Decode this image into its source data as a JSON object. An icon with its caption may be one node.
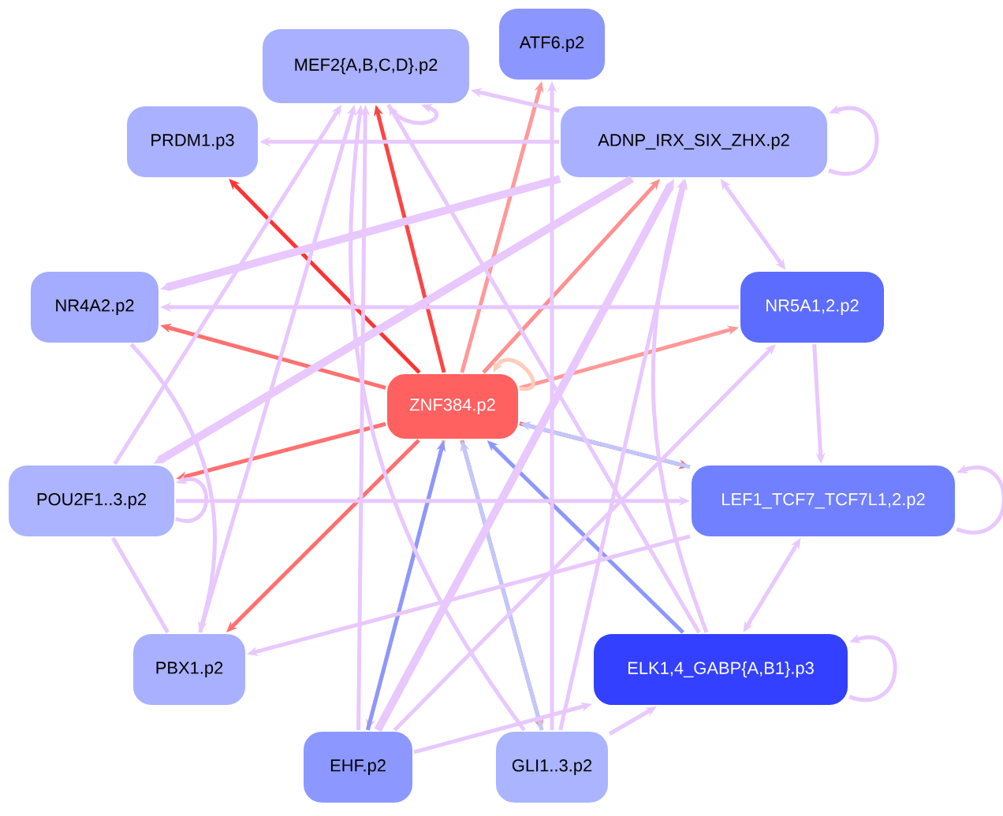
{
  "diagram": {
    "nodes": [
      {
        "text": [
          "MEF2{A,B,C,D}.p2"
        ]
      },
      {
        "text": [
          "ATF6.p2"
        ]
      },
      {
        "text": [
          "PRDM1.p3"
        ]
      },
      {
        "text": [
          "ADNP_IRX_SIX_ZHX.p2"
        ]
      },
      {
        "text": [
          "NR4A2.p2"
        ]
      },
      {
        "text": [
          "NR5A1,2.p2"
        ]
      },
      {
        "text": [
          "ZNF384.p2"
        ]
      },
      {
        "text": [
          "POU2F1..3.p2"
        ]
      },
      {
        "text": [
          "LEF1_TCF7_TCF7L1,2.p2"
        ]
      },
      {
        "text": [
          "PBX1.p2"
        ]
      },
      {
        "text": [
          "ELK1,4_GABP{A,B1}.p3"
        ]
      },
      {
        "text": [
          "EHF.p2"
        ]
      },
      {
        "text": [
          "GLI1..3.p2"
        ]
      }
    ],
    "edges": [
      {
        "from": 6,
        "to": 2,
        "arrow": "to",
        "color": "#ff3333"
      },
      {
        "from": 6,
        "to": 0,
        "arrow": "to",
        "color": "#ff4444"
      },
      {
        "from": 6,
        "to": 1,
        "arrow": "to",
        "color": "#ff9999"
      },
      {
        "from": 6,
        "to": 3,
        "arrow": "to",
        "color": "#ff9090"
      },
      {
        "from": 6,
        "to": 5,
        "arrow": "to",
        "color": "#ff9999"
      },
      {
        "from": 6,
        "to": 8,
        "arrow": "to",
        "color": "#ff6060"
      },
      {
        "from": 6,
        "to": 4,
        "arrow": "to",
        "color": "#ff7070"
      },
      {
        "from": 6,
        "to": 7,
        "arrow": "to",
        "color": "#ff7070"
      },
      {
        "from": 6,
        "to": 9,
        "arrow": "to",
        "color": "#ff7070"
      },
      {
        "from": 6,
        "to": 11,
        "arrow": "to",
        "color": "#ffbbbb"
      },
      {
        "from": 6,
        "to": 12,
        "arrow": "to",
        "color": "#ff8888"
      },
      {
        "from": 6,
        "to": 6,
        "arrow": "to",
        "color": "#ffccbb"
      },
      {
        "from": 11,
        "to": 6,
        "arrow": "to",
        "color": "#8c98ff"
      },
      {
        "from": 12,
        "to": 6,
        "arrow": "to",
        "color": "#c0c8ff"
      },
      {
        "from": 10,
        "to": 6,
        "arrow": "to",
        "color": "#8c98ff"
      },
      {
        "from": 8,
        "to": 6,
        "arrow": "to",
        "color": "#c0c8ff"
      },
      {
        "from": 0,
        "to": 0,
        "arrow": "to"
      },
      {
        "from": 3,
        "to": 3,
        "arrow": "to"
      },
      {
        "from": 8,
        "to": 8,
        "arrow": "to"
      },
      {
        "from": 10,
        "to": 10,
        "arrow": "to"
      },
      {
        "from": 7,
        "to": 7,
        "arrow": "to"
      },
      {
        "from": 3,
        "to": 0,
        "arrow": "to"
      },
      {
        "from": 3,
        "to": 2,
        "arrow": "to"
      },
      {
        "from": 3,
        "to": 4,
        "arrow": "to",
        "style": "thick"
      },
      {
        "from": 5,
        "to": 4,
        "arrow": "to"
      },
      {
        "from": 7,
        "to": 0,
        "arrow": "to"
      },
      {
        "from": 9,
        "to": 0,
        "arrow": "to"
      },
      {
        "from": 11,
        "to": 0,
        "arrow": "to"
      },
      {
        "from": 12,
        "to": 0,
        "arrow": "to"
      },
      {
        "from": 10,
        "to": 0,
        "arrow": "to"
      },
      {
        "from": 12,
        "to": 1,
        "arrow": "to"
      },
      {
        "from": 5,
        "to": 3,
        "arrow": "both"
      },
      {
        "from": 11,
        "to": 3,
        "arrow": "to",
        "style": "thick"
      },
      {
        "from": 12,
        "to": 3,
        "arrow": "to"
      },
      {
        "from": 10,
        "to": 3,
        "arrow": "to"
      },
      {
        "from": 11,
        "to": 5,
        "arrow": "to"
      },
      {
        "from": 5,
        "to": 8,
        "arrow": "to"
      },
      {
        "from": 7,
        "to": 8,
        "arrow": "to"
      },
      {
        "from": 10,
        "to": 8,
        "arrow": "both"
      },
      {
        "from": 12,
        "to": 10,
        "arrow": "to"
      },
      {
        "from": 11,
        "to": 10,
        "arrow": "to"
      },
      {
        "from": 4,
        "to": 9,
        "arrow": "to"
      },
      {
        "from": 7,
        "to": 9,
        "arrow": "none"
      },
      {
        "from": 8,
        "to": 9,
        "arrow": "to"
      },
      {
        "from": 3,
        "to": 7,
        "arrow": "to",
        "style": "thick"
      }
    ]
  }
}
